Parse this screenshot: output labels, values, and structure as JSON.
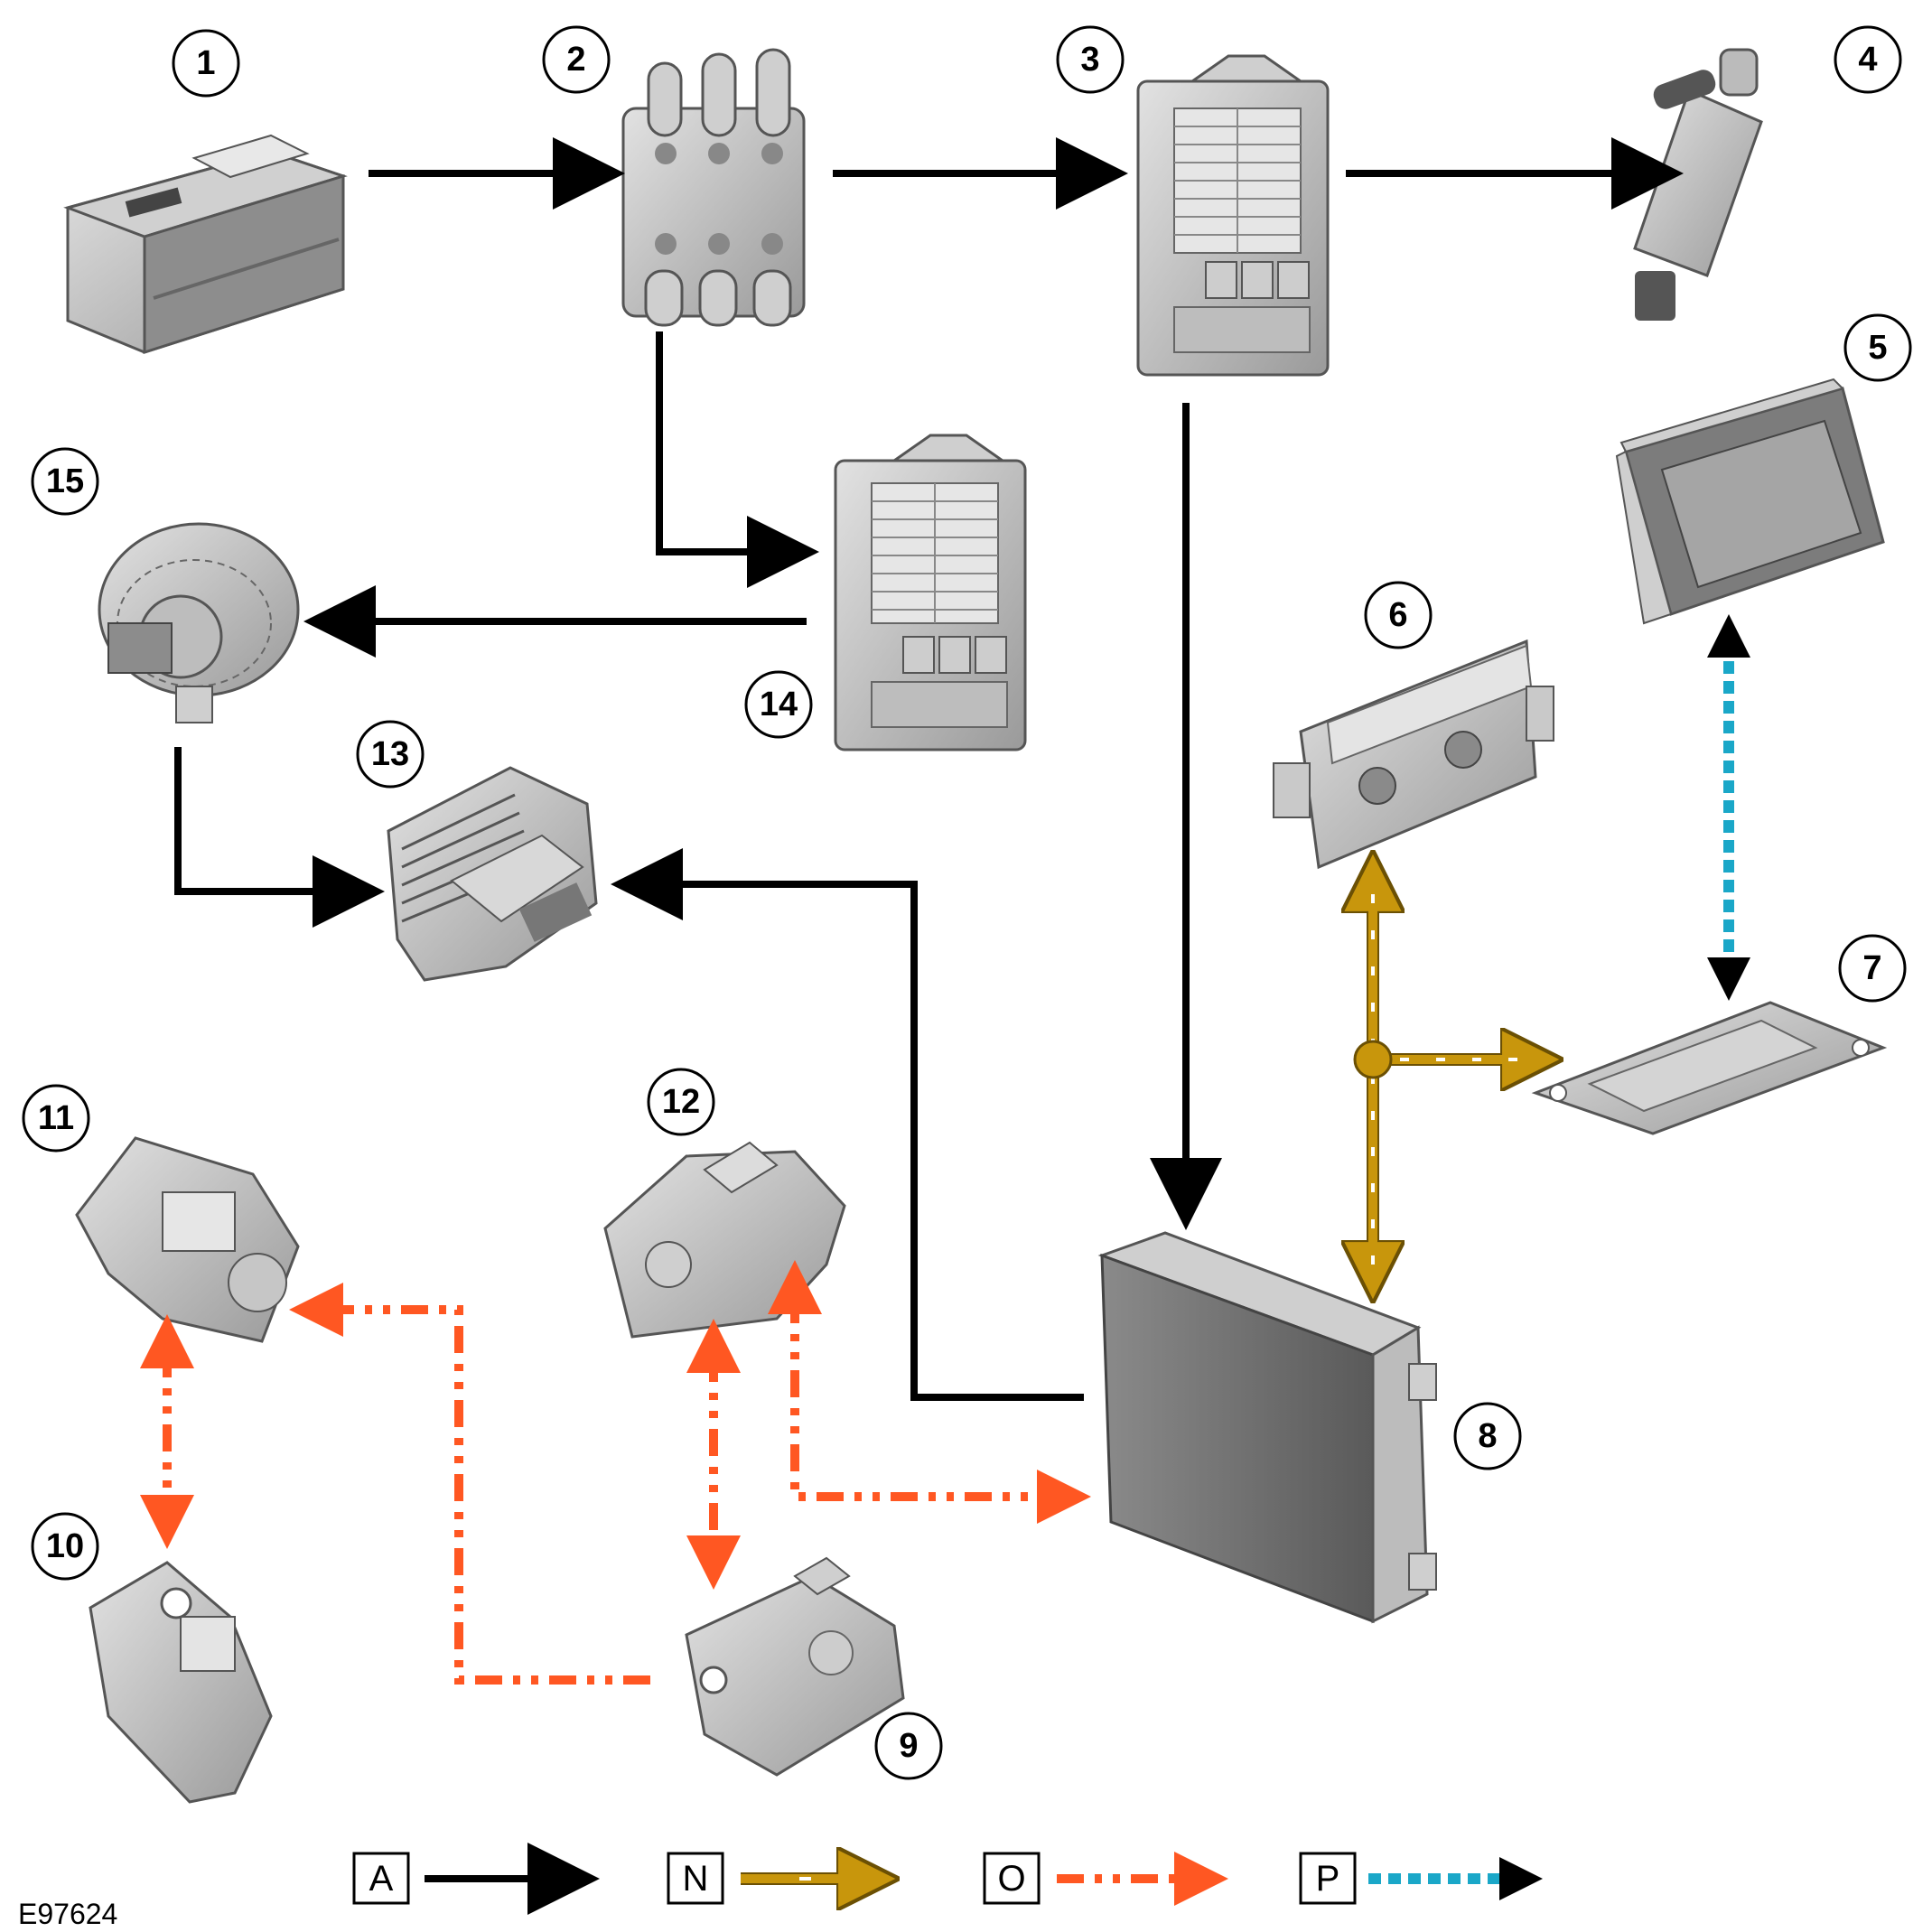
{
  "colors": {
    "power": "#000000",
    "lin_bus": "#c8960c",
    "lin_bus_alt": "#ff5722",
    "can_bus": "#1aa7c8",
    "component_fill": "#b9b9b9",
    "component_dark": "#6a6a6a"
  },
  "components": [
    {
      "number": "1",
      "icon": "battery-icon"
    },
    {
      "number": "2",
      "icon": "fuse-link-box-icon"
    },
    {
      "number": "3",
      "icon": "fuse-box-icon"
    },
    {
      "number": "4",
      "icon": "coolant-pump-icon"
    },
    {
      "number": "5",
      "icon": "touch-screen-display-icon"
    },
    {
      "number": "6",
      "icon": "climate-control-panel-icon"
    },
    {
      "number": "7",
      "icon": "control-module-plate-icon"
    },
    {
      "number": "8",
      "icon": "climate-control-module-icon"
    },
    {
      "number": "9",
      "icon": "flap-motor-icon"
    },
    {
      "number": "10",
      "icon": "flap-motor-icon"
    },
    {
      "number": "11",
      "icon": "flap-motor-icon"
    },
    {
      "number": "12",
      "icon": "flap-motor-icon"
    },
    {
      "number": "13",
      "icon": "blower-control-module-icon"
    },
    {
      "number": "14",
      "icon": "fuse-box-icon"
    },
    {
      "number": "15",
      "icon": "blower-motor-icon"
    }
  ],
  "legend": [
    {
      "letter": "A",
      "style": "solid-black"
    },
    {
      "letter": "N",
      "style": "gold-dashed"
    },
    {
      "letter": "O",
      "style": "orange-dash-dot"
    },
    {
      "letter": "P",
      "style": "cyan-dotted"
    }
  ],
  "reference": "E97624"
}
